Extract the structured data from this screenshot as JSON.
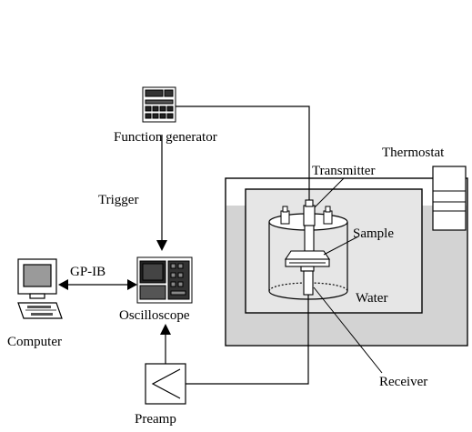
{
  "labels": {
    "function_generator": "Function generator",
    "trigger": "Trigger",
    "gpib": "GP-IB",
    "computer": "Computer",
    "oscilloscope": "Oscilloscope",
    "preamp": "Preamp",
    "thermostat": "Thermostat",
    "transmitter": "Transmitter",
    "sample": "Sample",
    "water": "Water",
    "receiver": "Receiver"
  },
  "colors": {
    "line": "#000000",
    "bath_fill": "#d3d3d3",
    "inner_fill": "#e6e6e6",
    "screen_fill": "#9a9a9a"
  }
}
